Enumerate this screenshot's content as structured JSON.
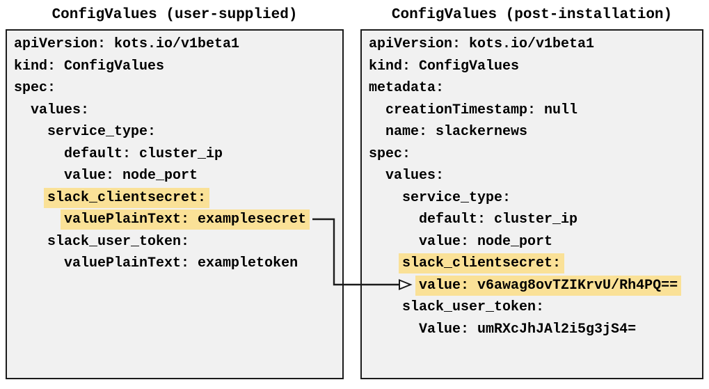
{
  "colors": {
    "highlight": "#FAE197",
    "panel_bg": "#F1F1F1",
    "panel_border": "#1b1b1b",
    "text": "#000000",
    "page_bg": "#FFFFFF"
  },
  "left_panel": {
    "title": "ConfigValues (user-supplied)",
    "yaml_lines": [
      {
        "indent": 0,
        "text": "apiVersion: kots.io/v1beta1",
        "highlighted": false
      },
      {
        "indent": 0,
        "text": "kind: ConfigValues",
        "highlighted": false
      },
      {
        "indent": 0,
        "text": "spec:",
        "highlighted": false
      },
      {
        "indent": 1,
        "text": "values:",
        "highlighted": false
      },
      {
        "indent": 2,
        "text": "service_type:",
        "highlighted": false
      },
      {
        "indent": 3,
        "text": "default: cluster_ip",
        "highlighted": false
      },
      {
        "indent": 3,
        "text": "value: node_port",
        "highlighted": false
      },
      {
        "indent": 2,
        "text": "slack_clientsecret:",
        "highlighted": true
      },
      {
        "indent": 3,
        "text": "valuePlainText: examplesecret",
        "highlighted": true
      },
      {
        "indent": 2,
        "text": "slack_user_token:",
        "highlighted": false
      },
      {
        "indent": 3,
        "text": "valuePlainText: exampletoken",
        "highlighted": false
      }
    ]
  },
  "right_panel": {
    "title": "ConfigValues (post-installation)",
    "yaml_lines": [
      {
        "indent": 0,
        "text": "apiVersion: kots.io/v1beta1",
        "highlighted": false
      },
      {
        "indent": 0,
        "text": "kind: ConfigValues",
        "highlighted": false
      },
      {
        "indent": 0,
        "text": "metadata:",
        "highlighted": false
      },
      {
        "indent": 1,
        "text": "creationTimestamp: null",
        "highlighted": false
      },
      {
        "indent": 1,
        "text": "name: slackernews",
        "highlighted": false
      },
      {
        "indent": 0,
        "text": "spec:",
        "highlighted": false
      },
      {
        "indent": 1,
        "text": "values:",
        "highlighted": false
      },
      {
        "indent": 2,
        "text": "service_type:",
        "highlighted": false
      },
      {
        "indent": 3,
        "text": "default: cluster_ip",
        "highlighted": false
      },
      {
        "indent": 3,
        "text": "value: node_port",
        "highlighted": false
      },
      {
        "indent": 2,
        "text": "slack_clientsecret:",
        "highlighted": true
      },
      {
        "indent": 3,
        "text": "value: v6awag8ovTZIKrvU/Rh4PQ==",
        "highlighted": true
      },
      {
        "indent": 2,
        "text": "slack_user_token:",
        "highlighted": false
      },
      {
        "indent": 3,
        "text": "Value: umRXcJhJAl2i5g3jS4=",
        "highlighted": false
      }
    ]
  },
  "arrow": {
    "from": "valuePlainText: examplesecret",
    "to": "value: v6awag8ovTZIKrvU/Rh4PQ=="
  }
}
